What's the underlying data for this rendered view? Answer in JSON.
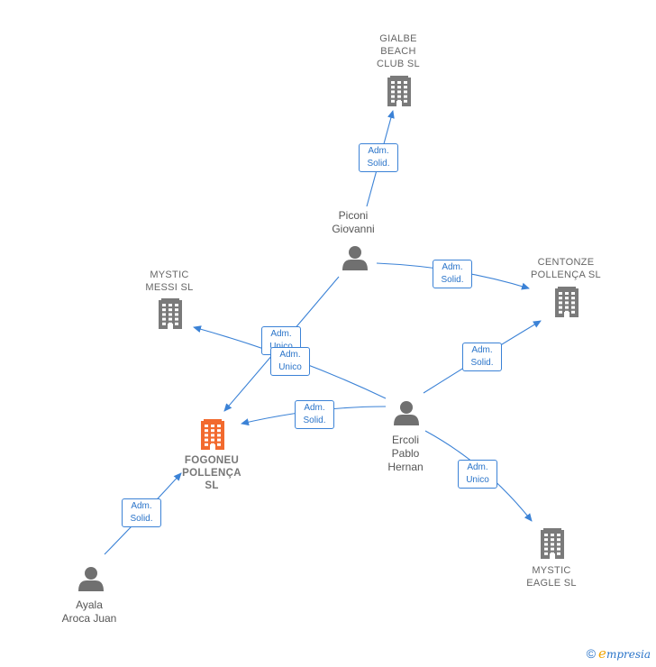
{
  "colors": {
    "edge": "#3b82d6",
    "company": "#7a7a7a",
    "focus": "#f26a2e",
    "person": "#707070"
  },
  "nodes": [
    {
      "id": "gialbe",
      "kind": "company",
      "label": "GIALBE\nBEACH\nCLUB  SL"
    },
    {
      "id": "centonze",
      "kind": "company",
      "label": "CENTONZE\nPOLLENÇA  SL"
    },
    {
      "id": "mystic_messi",
      "kind": "company",
      "label": "MYSTIC\nMESSI  SL"
    },
    {
      "id": "fogoneu",
      "kind": "focus",
      "label": "FOGONEU\nPOLLENÇA\nSL"
    },
    {
      "id": "mystic_eagle",
      "kind": "company",
      "label": "MYSTIC\nEAGLE  SL"
    },
    {
      "id": "piconi",
      "kind": "person",
      "label": "Piconi\nGiovanni"
    },
    {
      "id": "ercoli",
      "kind": "person",
      "label": "Ercoli\nPablo\nHernan"
    },
    {
      "id": "ayala",
      "kind": "person",
      "label": "Ayala\nAroca Juan"
    }
  ],
  "edges": [
    {
      "id": "e1",
      "from": "piconi",
      "to": "gialbe",
      "label": "Adm.\nSolid."
    },
    {
      "id": "e2",
      "from": "piconi",
      "to": "centonze",
      "label": "Adm.\nSolid."
    },
    {
      "id": "e3",
      "from": "piconi",
      "to": "fogoneu",
      "label": "Adm.\nUnico"
    },
    {
      "id": "e4",
      "from": "ercoli",
      "to": "mystic_messi",
      "label": "Adm.\nUnico"
    },
    {
      "id": "e5",
      "from": "ercoli",
      "to": "fogoneu",
      "label": "Adm.\nSolid."
    },
    {
      "id": "e6",
      "from": "ercoli",
      "to": "centonze",
      "label": "Adm.\nSolid."
    },
    {
      "id": "e7",
      "from": "ercoli",
      "to": "mystic_eagle",
      "label": "Adm.\nUnico"
    },
    {
      "id": "e8",
      "from": "ayala",
      "to": "fogoneu",
      "label": "Adm.\nSolid."
    }
  ],
  "brand": {
    "copyright": "©",
    "e": "e",
    "name": "mpresia"
  }
}
